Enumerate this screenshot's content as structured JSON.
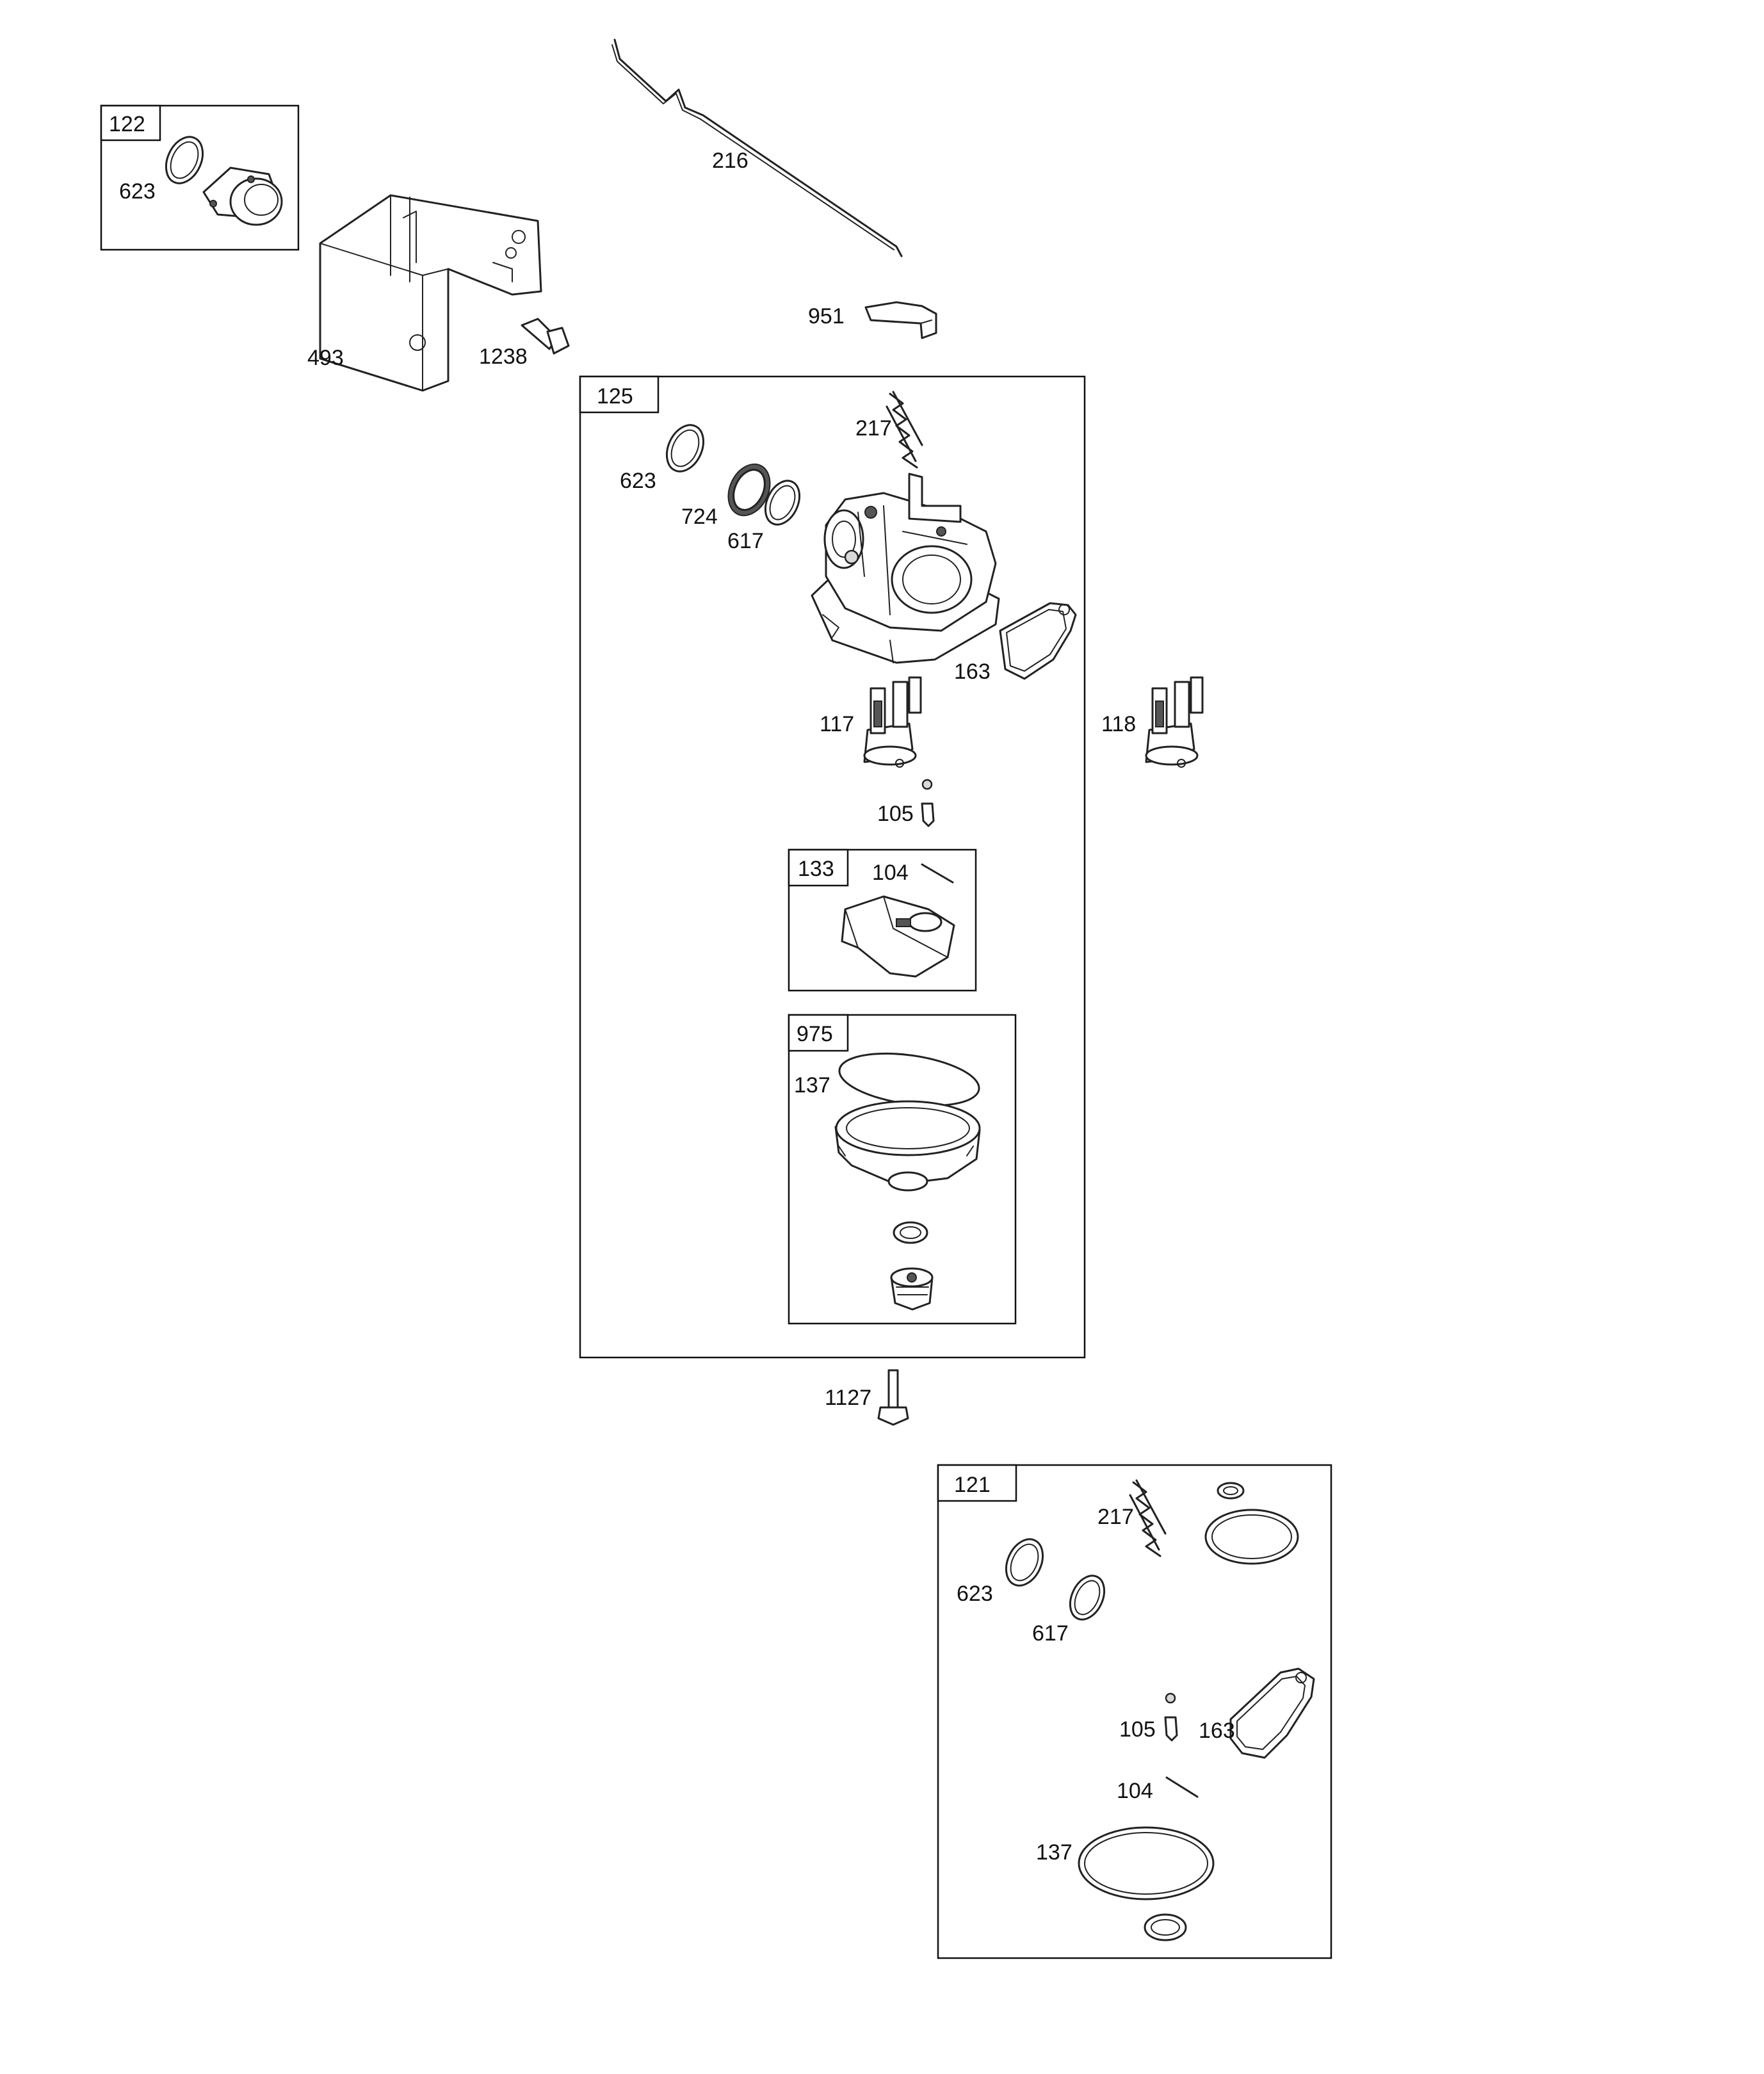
{
  "kits": [
    {
      "id": "kit-122",
      "label": "122"
    },
    {
      "id": "kit-125",
      "label": "125"
    },
    {
      "id": "kit-133",
      "label": "133"
    },
    {
      "id": "kit-975",
      "label": "975"
    },
    {
      "id": "kit-121",
      "label": "121"
    }
  ],
  "parts": {
    "p623a": "623",
    "p493": "493",
    "p1238": "1238",
    "p216": "216",
    "p951": "951",
    "p217a": "217",
    "p623b": "623",
    "p724": "724",
    "p617a": "617",
    "p163a": "163",
    "p117": "117",
    "p118": "118",
    "p105a": "105",
    "p104a": "104",
    "p137a": "137",
    "p1127": "1127",
    "p217b": "217",
    "p623c": "623",
    "p617b": "617",
    "p105b": "105",
    "p163b": "163",
    "p104b": "104",
    "p137b": "137"
  }
}
